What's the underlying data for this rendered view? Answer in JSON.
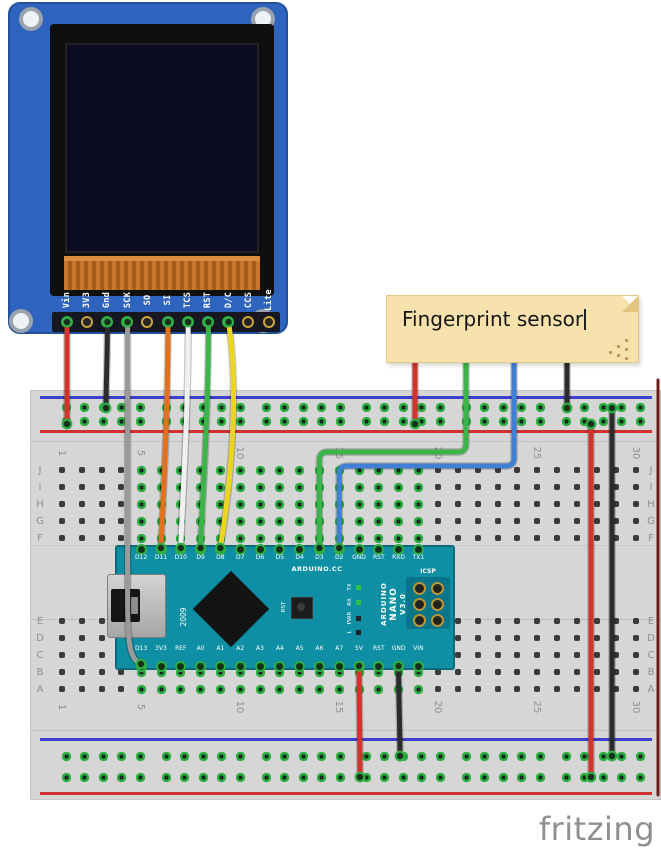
{
  "note": {
    "text": "Fingerprint sensor"
  },
  "logo_text": "fritzing",
  "tft": {
    "pin_labels": [
      "Vin",
      "3V3",
      "Gnd",
      "SCK",
      "SO",
      "SI",
      "TCS",
      "RST",
      "D/C",
      "CCS",
      "Lite"
    ],
    "connected": [
      true,
      false,
      true,
      true,
      false,
      true,
      true,
      true,
      true,
      false,
      false
    ]
  },
  "arduino": {
    "top_pins": [
      "D12",
      "D11",
      "D10",
      "D9",
      "D8",
      "D7",
      "D6",
      "D5",
      "D4",
      "D3",
      "D2",
      "GND",
      "RST",
      "RXD",
      "TX1"
    ],
    "bottom_pins": [
      "D13",
      "3V3",
      "REF",
      "A0",
      "A1",
      "A2",
      "A3",
      "A4",
      "A5",
      "A6",
      "A7",
      "5V",
      "RST",
      "GND",
      "VIN"
    ],
    "brand": "ARDUINO.CC",
    "model_lines": [
      "ARDUINO",
      "NANO",
      "V3.0"
    ],
    "icsp_label": "ICSP",
    "rst_label": "RST",
    "year": "2009",
    "led_labels": [
      "TX",
      "RX",
      "PWR",
      "L"
    ]
  },
  "breadboard": {
    "row_letters_top": [
      "J",
      "I",
      "H",
      "G",
      "F"
    ],
    "row_letters_bottom": [
      "E",
      "D",
      "C",
      "B",
      "A"
    ],
    "column_numbers": [
      "1",
      "5",
      "10",
      "15",
      "20",
      "25",
      "30"
    ]
  },
  "wire_colors": {
    "red": "#d0342c",
    "black": "#2b2b2b",
    "gray": "#9a9a9a",
    "orange": "#e0711f",
    "white": "#f0f0f0",
    "green": "#3cb44a",
    "yellow": "#ecd51f",
    "blue": "#3f7fd4",
    "darkred": "#6e1d1d"
  },
  "wires": [
    {
      "id": "tft-vin",
      "color": "red"
    },
    {
      "id": "tft-gnd",
      "color": "black"
    },
    {
      "id": "tft-sck",
      "color": "gray"
    },
    {
      "id": "tft-si",
      "color": "orange"
    },
    {
      "id": "tft-tcs",
      "color": "white"
    },
    {
      "id": "tft-rst",
      "color": "green"
    },
    {
      "id": "tft-dc",
      "color": "yellow"
    },
    {
      "id": "fp-vcc",
      "color": "red"
    },
    {
      "id": "fp-tx",
      "color": "green"
    },
    {
      "id": "fp-rx",
      "color": "blue"
    },
    {
      "id": "fp-gnd",
      "color": "black"
    },
    {
      "id": "rail-right-pos",
      "color": "red"
    },
    {
      "id": "rail-right-neg",
      "color": "black"
    },
    {
      "id": "nano-5v",
      "color": "red"
    },
    {
      "id": "nano-gnd",
      "color": "black"
    },
    {
      "id": "edge",
      "color": "darkred"
    }
  ]
}
